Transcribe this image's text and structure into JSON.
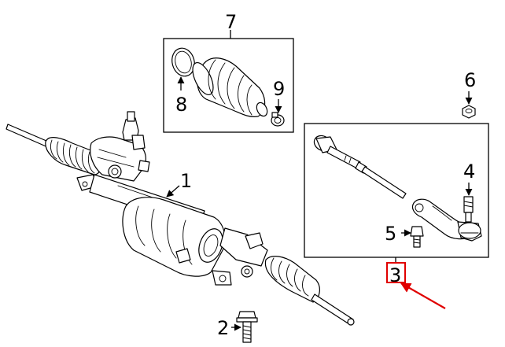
{
  "callouts": {
    "c1": "1",
    "c2": "2",
    "c3": "3",
    "c4": "4",
    "c5": "5",
    "c6": "6",
    "c7": "7",
    "c8": "8",
    "c9": "9"
  },
  "colors": {
    "line": "#000000",
    "highlight": "#e00000",
    "background": "#ffffff"
  }
}
